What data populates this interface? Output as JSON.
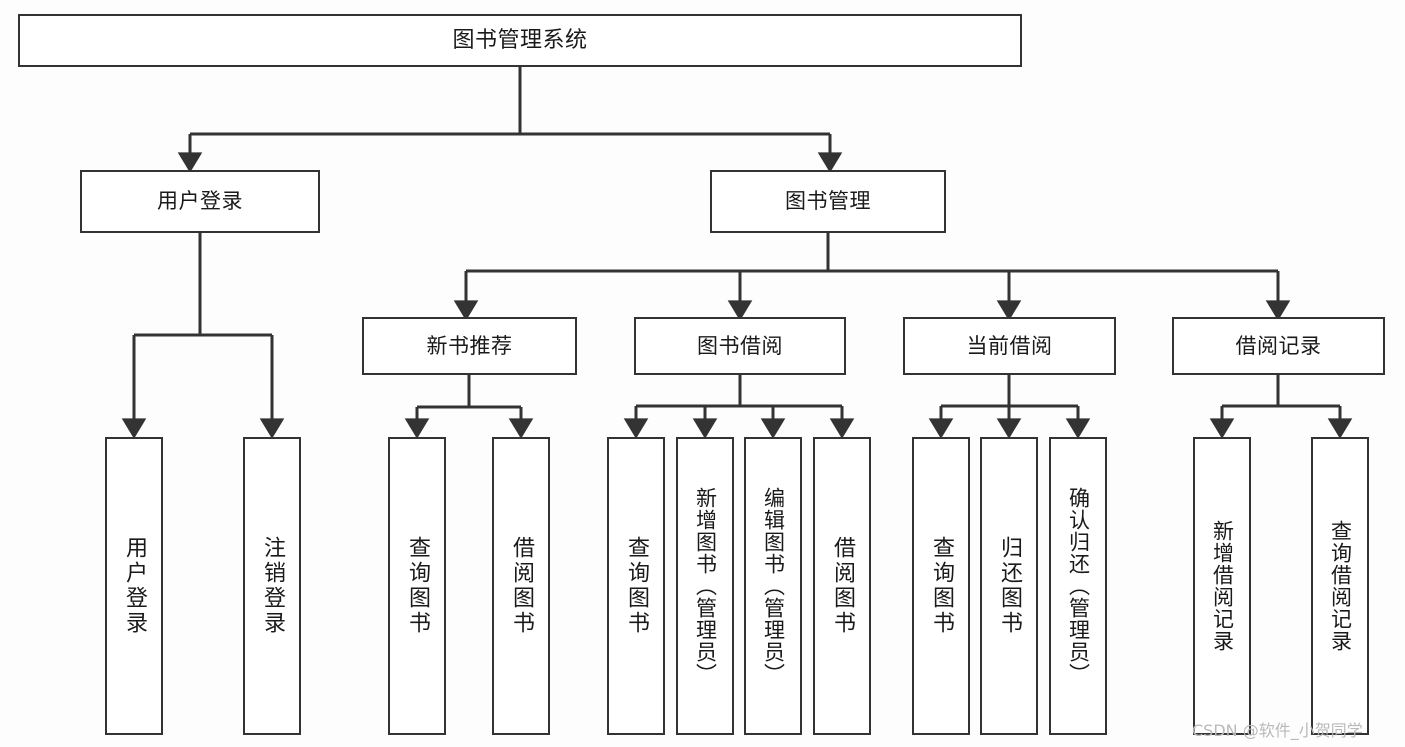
{
  "diagram": {
    "title": "图书管理系统",
    "type": "tree-hierarchy-diagram",
    "colors": {
      "background": "#fdfdfd",
      "box_fill": "#ffffff",
      "box_border": "#333333",
      "connector": "#333333",
      "text": "#1a1a1a",
      "watermark": "#b9b9b9"
    },
    "root": {
      "label": "图书管理系统"
    },
    "level2": [
      {
        "label": "用户登录"
      },
      {
        "label": "图书管理"
      }
    ],
    "level3": [
      {
        "label": "新书推荐"
      },
      {
        "label": "图书借阅"
      },
      {
        "label": "当前借阅"
      },
      {
        "label": "借阅记录"
      }
    ],
    "leaves": {
      "user_login": [
        {
          "label": "用户登录"
        },
        {
          "label": "注销登录"
        }
      ],
      "new_book_recommend": [
        {
          "label": "查询图书"
        },
        {
          "label": "借阅图书"
        }
      ],
      "book_borrow": [
        {
          "label": "查询图书"
        },
        {
          "label": "新增图书（管理员）"
        },
        {
          "label": "编辑图书（管理员）"
        },
        {
          "label": "借阅图书"
        }
      ],
      "current_borrow": [
        {
          "label": "查询图书"
        },
        {
          "label": "归还图书"
        },
        {
          "label": "确认归还（管理员）"
        }
      ],
      "borrow_record": [
        {
          "label": "新增借阅记录"
        },
        {
          "label": "查询借阅记录"
        }
      ]
    }
  },
  "watermark": {
    "text": "CSDN @软件_小贺同学"
  }
}
